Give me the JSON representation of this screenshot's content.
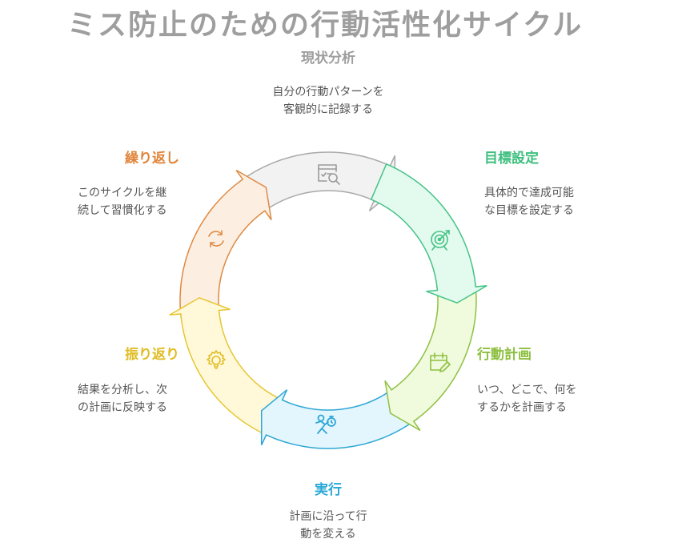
{
  "title": "ミス防止のための行動活性化サイクル",
  "stages": [
    {
      "name": "現状分析",
      "desc_line1": "自分の行動パターンを",
      "desc_line2": "客観的に記録する",
      "color": "#9e9e9e",
      "stroke": "#a8a8a8",
      "fill": "#f2f2f2",
      "icon": "report-search-icon"
    },
    {
      "name": "目標設定",
      "desc_line1": "具体的で達成可能",
      "desc_line2": "な目標を設定する",
      "color": "#3dbf7e",
      "stroke": "#45c285",
      "fill": "#e3faee",
      "icon": "target-icon"
    },
    {
      "name": "行動計画",
      "desc_line1": "いつ、どこで、何を",
      "desc_line2": "するかを計画する",
      "color": "#8cbf3f",
      "stroke": "#8fc043",
      "fill": "#f0fadc",
      "icon": "calendar-edit-icon"
    },
    {
      "name": "実行",
      "desc_line1": "計画に沿って行",
      "desc_line2": "動を変える",
      "color": "#29a8d8",
      "stroke": "#2ea6d6",
      "fill": "#e3f6fd",
      "icon": "running-timer-icon"
    },
    {
      "name": "振り返り",
      "desc_line1": "結果を分析し、次",
      "desc_line2": "の計画に反映する",
      "color": "#e0bc22",
      "stroke": "#e6c633",
      "fill": "#fff8d9",
      "icon": "lightbulb-gear-icon"
    },
    {
      "name": "繰り返し",
      "desc_line1": "このサイクルを継",
      "desc_line2": "続して習慣化する",
      "color": "#e0843a",
      "stroke": "#de8a44",
      "fill": "#fdeee2",
      "icon": "refresh-icon"
    }
  ]
}
